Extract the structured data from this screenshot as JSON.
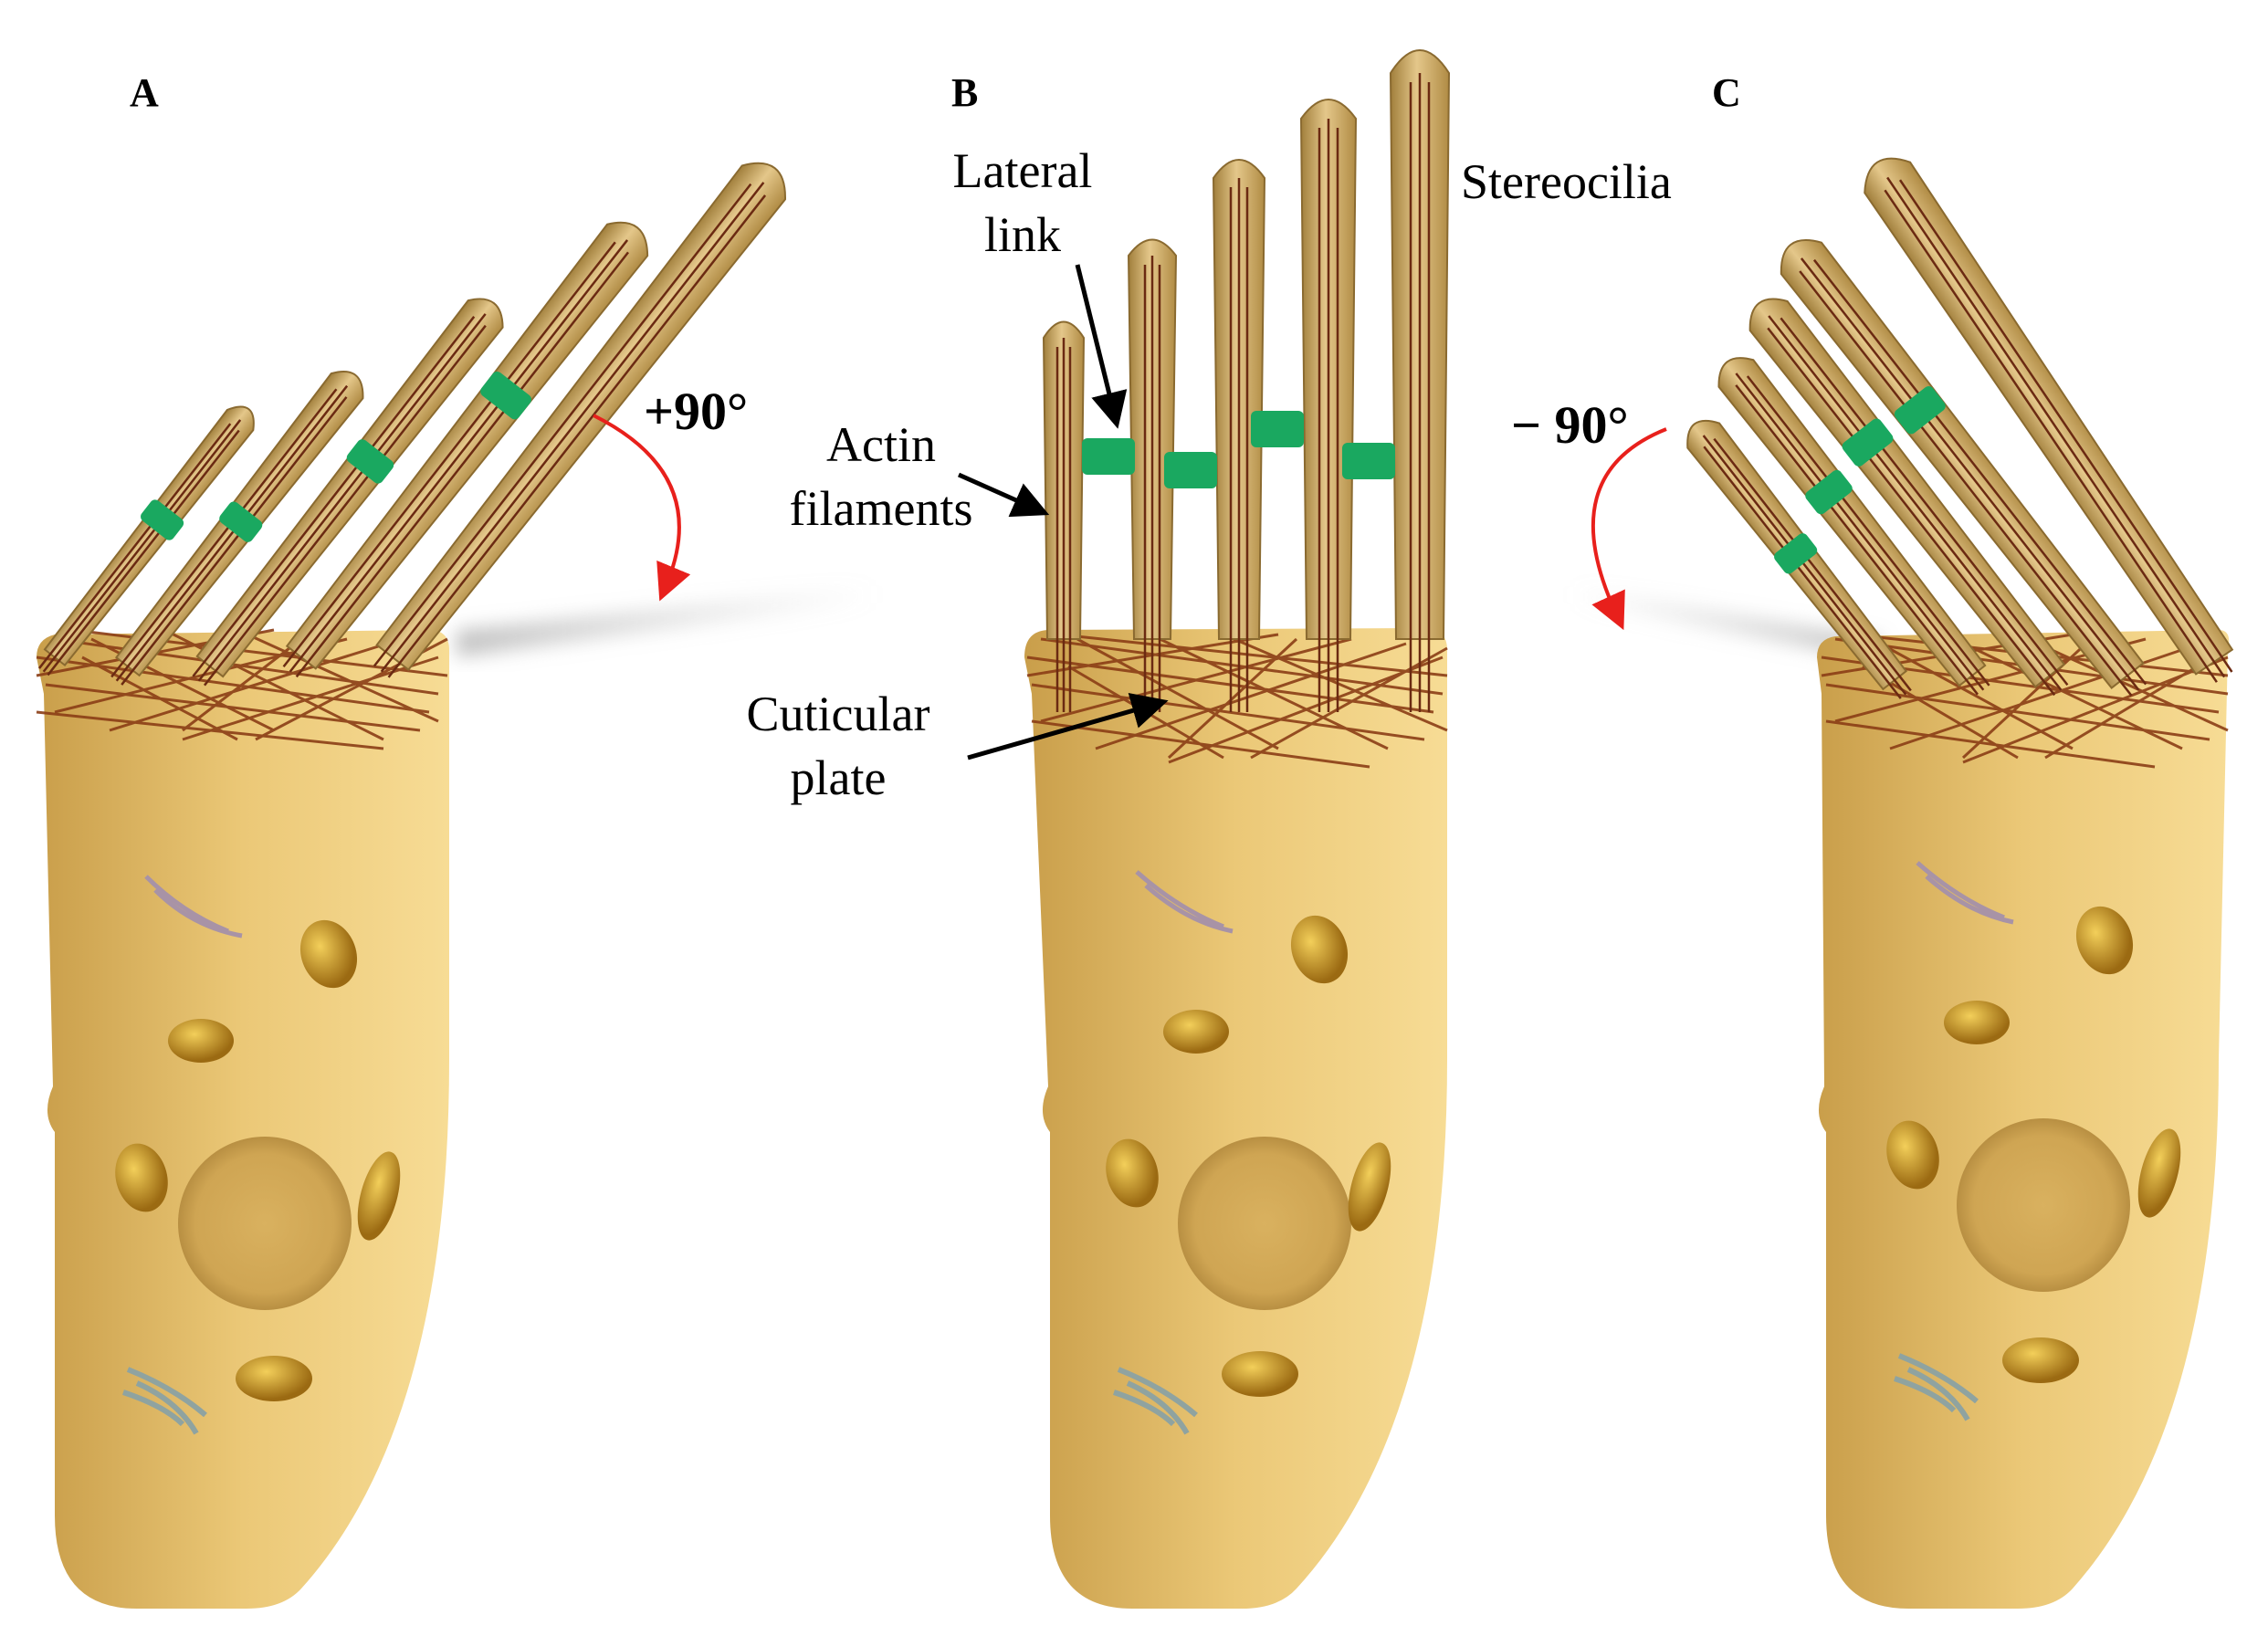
{
  "panels": [
    {
      "letter": "A"
    },
    {
      "letter": "B"
    },
    {
      "letter": "C"
    }
  ],
  "labels": {
    "lateral_link_line1": "Lateral",
    "lateral_link_line2": "link",
    "stereocilia": "Stereocilia",
    "actin_line1": "Actin",
    "actin_line2": "filaments",
    "cuticular_line1": "Cuticular",
    "cuticular_line2": "plate"
  },
  "angles": {
    "panel_a": "+90°",
    "panel_c": "− 90°"
  },
  "colors": {
    "cell_body": "#e8c36e",
    "stereocilium": "#c9a45a",
    "actin": "#6b2a12",
    "lateral_link": "#1aa860",
    "rotation_arrow": "#e8201c",
    "nucleus": "#d3ab5a",
    "mitochondria": "#c8951e"
  }
}
